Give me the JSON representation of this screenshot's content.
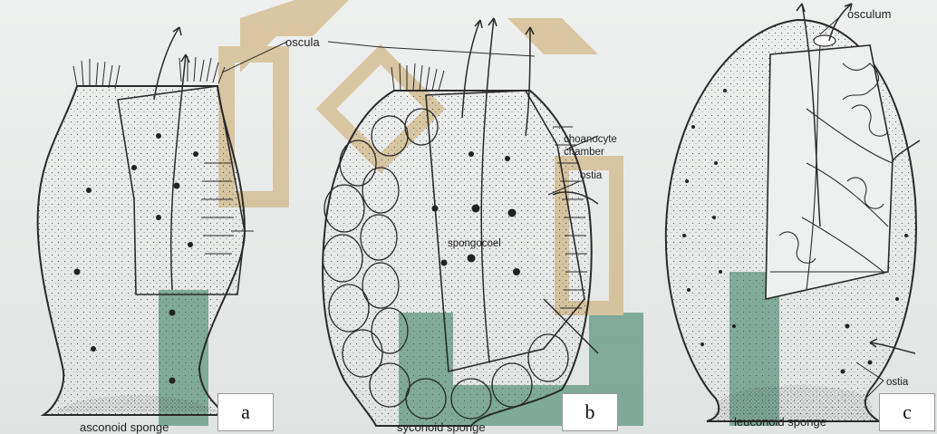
{
  "panels": [
    {
      "letter": "a",
      "caption": "asconoid sponge"
    },
    {
      "letter": "b",
      "caption": "syconoid sponge"
    },
    {
      "letter": "c",
      "caption": "leuconoid sponge"
    }
  ],
  "labels": {
    "oscula": "oscula",
    "choanocyte_chamber_1": "choanocyte",
    "choanocyte_chamber_2": "chamber",
    "ostia_b": "ostia",
    "spongocoel": "spongocoel",
    "osculum": "osculum",
    "ostia_c": "ostia"
  },
  "colors": {
    "watermark_green": "#2f7a5c",
    "watermark_gold": "#c9a564",
    "line": "#2a2a2a"
  }
}
